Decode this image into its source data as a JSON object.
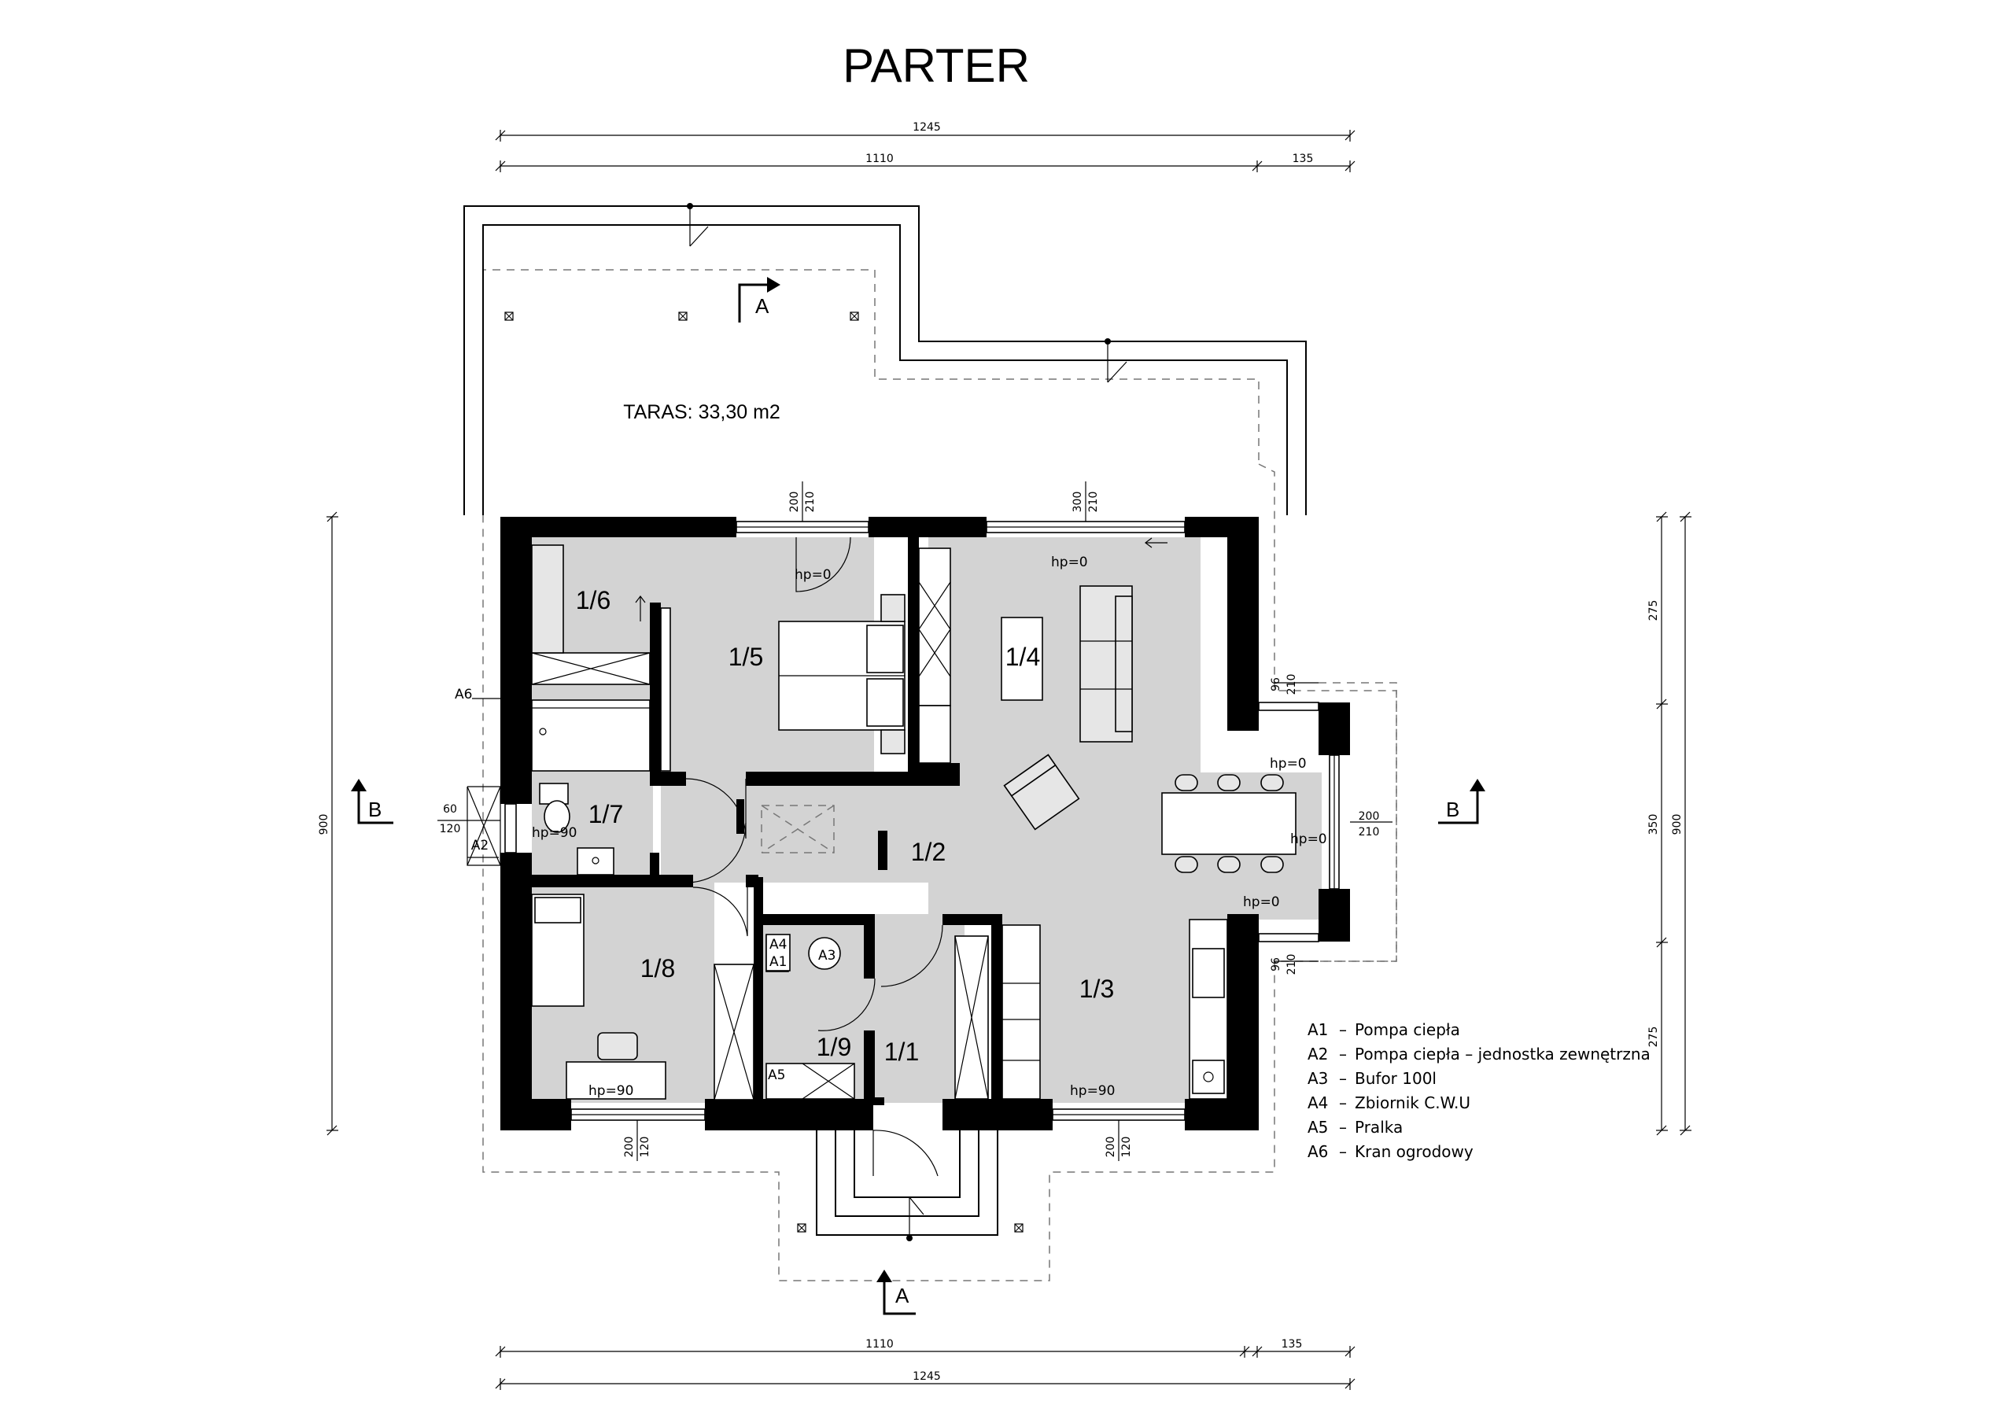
{
  "title": "PARTER",
  "terrace_label": "TARAS: 33,30 m2",
  "dimensions": {
    "top_total": "1245",
    "top_main": "1110",
    "top_side": "135",
    "bottom_main": "1110",
    "bottom_side": "135",
    "bottom_total": "1245",
    "left_total": "900",
    "right_seg1": "275",
    "right_seg2": "350",
    "right_seg3": "275",
    "right_total": "900"
  },
  "openings": {
    "top_window_1": [
      "200",
      "210"
    ],
    "top_window_2": [
      "300",
      "210"
    ],
    "right_upper": [
      "96",
      "210"
    ],
    "right_door": [
      "200",
      "210"
    ],
    "right_lower": [
      "96",
      "210"
    ],
    "bottom_left": [
      "200",
      "120"
    ],
    "bottom_right": [
      "200",
      "120"
    ],
    "left_small": [
      "60",
      "120"
    ]
  },
  "sill_heights": {
    "hp_top_1": "hp=0",
    "hp_top_2": "hp=0",
    "hp_right_door": "hp=0",
    "hp_right_upper": "hp=0",
    "hp_right_lower": "hp=0",
    "hp_bath": "hp=90",
    "hp_bedroom": "hp=90",
    "hp_kitchen": "hp=90"
  },
  "rooms": {
    "r11": "1/1",
    "r12": "1/2",
    "r13": "1/3",
    "r14": "1/4",
    "r15": "1/5",
    "r16": "1/6",
    "r17": "1/7",
    "r18": "1/8",
    "r19": "1/9"
  },
  "section_marks": {
    "a_top": "A",
    "a_bottom": "A",
    "b_left": "B",
    "b_right": "B"
  },
  "equipment_tags": {
    "a1": "A1",
    "a2": "A2",
    "a3": "A3",
    "a4": "A4",
    "a5": "A5",
    "a6": "A6"
  },
  "legend": [
    {
      "code": "A1",
      "text": "Pompa ciepła"
    },
    {
      "code": "A2",
      "text": "Pompa ciepła – jednostka zewnętrzna"
    },
    {
      "code": "A3",
      "text": "Bufor 100l"
    },
    {
      "code": "A4",
      "text": "Zbiornik C.W.U"
    },
    {
      "code": "A5",
      "text": "Pralka"
    },
    {
      "code": "A6",
      "text": "Kran ogrodowy"
    }
  ],
  "colors": {
    "walls": "#000000",
    "floor": "#d3d3d3",
    "background": "#ffffff"
  }
}
